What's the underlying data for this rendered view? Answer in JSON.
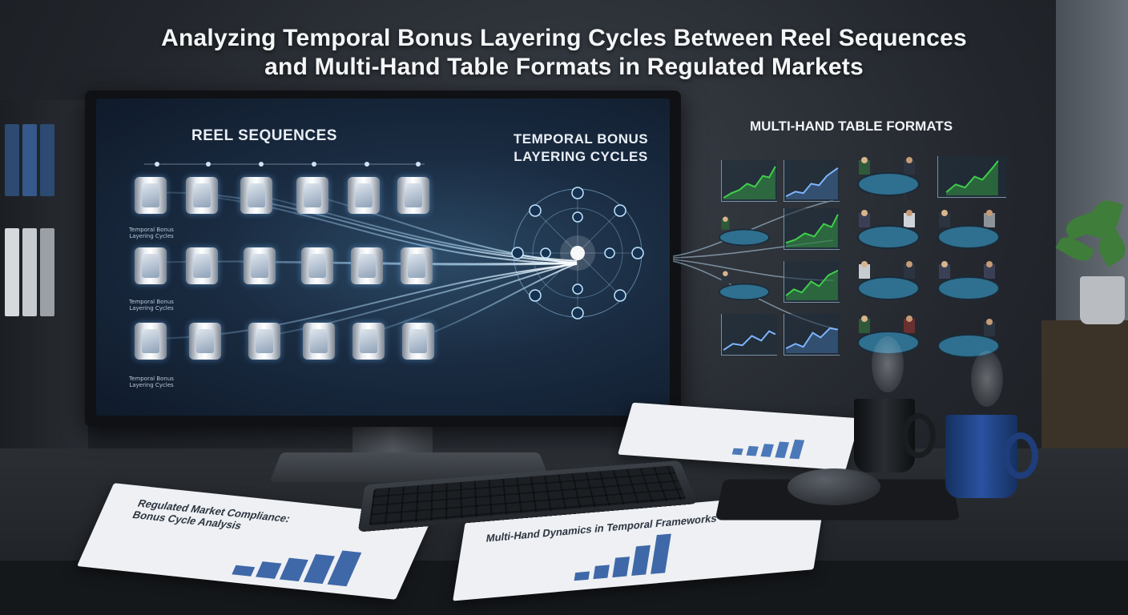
{
  "headline": {
    "line1": "Analyzing Temporal Bonus Layering Cycles Between Reel Sequences",
    "line2": "and Multi-Hand Table Formats in Regulated Markets"
  },
  "monitor": {
    "reel_title": "REEL SEQUENCES",
    "hub_title_line1": "TEMPORAL BONUS",
    "hub_title_line2": "LAYERING CYCLES",
    "reel_labels": [
      "Temporal Bonus Layering Cycles",
      "Temporal Bonus Layering Cycles",
      "Temporal Bonus Layering Cycles"
    ]
  },
  "side_panel": {
    "title": "MULTI-HAND TABLE FORMATS"
  },
  "documents": {
    "left_title_line1": "Regulated Market Compliance:",
    "left_title_line2": "Bonus Cycle Analysis",
    "center_title": "Multi-Hand Dynamics in Temporal Frameworks"
  },
  "colors": {
    "screen_bg": "#1a2c42",
    "glow": "#8fd0ff",
    "chart_green": "#3fd04a",
    "chart_blue": "#4f8fd9",
    "felt": "#2f6f8f",
    "mug_blue": "#1f3d7a",
    "mug_black": "#15171a"
  }
}
